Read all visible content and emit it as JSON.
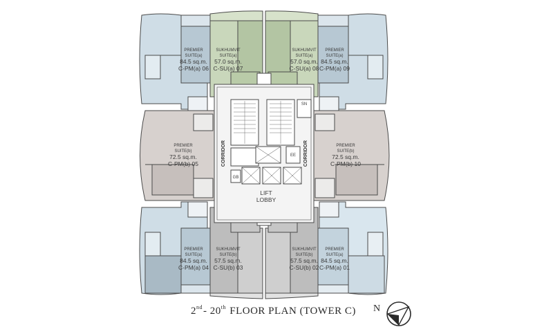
{
  "title": {
    "from_number": "2",
    "from_suffix": "nd",
    "dash": "- ",
    "to_number": "20",
    "to_suffix": "th",
    "rest": " FLOOR PLAN (TOWER C)"
  },
  "compass": {
    "north_label": "N"
  },
  "colors": {
    "premier_a_light": "#cfdde6",
    "premier_a_dark": "#b7c8d3",
    "sukhumvit_a": "#c9d7bb",
    "sukhumvit_a_dark": "#b3c5a3",
    "premier_b": "#d7d1ce",
    "premier_b_dark": "#c6bfbc",
    "premier_a_bottom_dark": "#a9bac5",
    "sukhumvit_b": "#cfcfcf",
    "sukhumvit_b_dark": "#bdbdbd",
    "core": "#f4f4f4",
    "wall": "#4a4a4a"
  },
  "units": {
    "u06": {
      "type_line1": "PREMIER",
      "type_line2": "SUITE(a)",
      "area": "84.5 sq.m.",
      "code": "C-PM(a) 06"
    },
    "u07": {
      "type_line1": "SUKHUMVIT",
      "type_line2": "SUITE(a)",
      "area": "57.0 sq.m.",
      "code": "C-SU(a) 07"
    },
    "u08": {
      "type_line1": "SUKHUMVIT",
      "type_line2": "SUITE(a)",
      "area": "57.0 sq.m.",
      "code": "C-SU(a) 08"
    },
    "u09": {
      "type_line1": "PREMIER",
      "type_line2": "SUITE(a)",
      "area": "84.5 sq.m.",
      "code": "C-PM(a) 09"
    },
    "u05": {
      "type_line1": "PREMIER",
      "type_line2": "SUITE(b)",
      "area": "72.5 sq.m.",
      "code": "C-PM(b) 05"
    },
    "u10": {
      "type_line1": "PREMIER",
      "type_line2": "SUITE(b)",
      "area": "72.5 sq.m.",
      "code": "C-PM(b) 10"
    },
    "u04": {
      "type_line1": "PREMIER",
      "type_line2": "SUITE(a)",
      "area": "84.5 sq.m.",
      "code": "C-PM(a) 04"
    },
    "u03": {
      "type_line1": "SUKHUMVIT",
      "type_line2": "SUITE(b)",
      "area": "57.5 sq.m.",
      "code": "C-SU(b) 03"
    },
    "u02": {
      "type_line1": "SUKHUMVIT",
      "type_line2": "SUITE(b)",
      "area": "57.5 sq.m.",
      "code": "C-SU(b) 02"
    },
    "u01": {
      "type_line1": "PREMIER",
      "type_line2": "SUITE(a)",
      "area": "84.5 sq.m.",
      "code": "C-PM(a) 01"
    }
  },
  "core": {
    "corridor": "CORRIDOR",
    "lift_line1": "LIFT",
    "lift_line2": "LOBBY",
    "sn": "SN",
    "ee": "EE",
    "gb": "GB"
  }
}
